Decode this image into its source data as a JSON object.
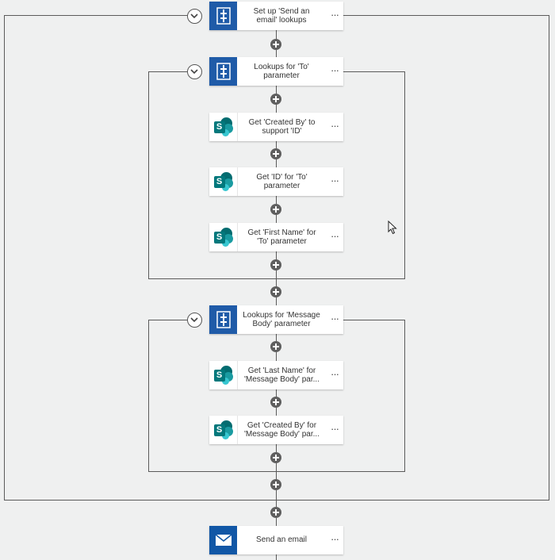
{
  "actions": {
    "setup_scope": {
      "label": "Set up 'Send an\nemail' lookups",
      "icon": "scope-icon"
    },
    "to_scope": {
      "label": "Lookups for 'To'\nparameter",
      "icon": "scope-icon"
    },
    "get_created_by": {
      "label": "Get 'Created By' to\nsupport 'ID'",
      "icon": "sharepoint-icon"
    },
    "get_id": {
      "label": "Get 'ID' for 'To'\nparameter",
      "icon": "sharepoint-icon"
    },
    "get_first_name": {
      "label": "Get 'First Name' for\n'To' parameter",
      "icon": "sharepoint-icon"
    },
    "message_body_scope": {
      "label": "Lookups for 'Message\nBody' parameter",
      "icon": "scope-icon"
    },
    "get_last_name": {
      "label": "Get 'Last Name' for\n'Message Body' par...",
      "icon": "sharepoint-icon"
    },
    "get_created_by_msg": {
      "label": "Get 'Created By' for\n'Message Body' par...",
      "icon": "sharepoint-icon"
    },
    "send_email": {
      "label": "Send an email",
      "icon": "mail-icon"
    }
  },
  "more_glyph": "···",
  "sharepoint_letter": "S",
  "colors": {
    "canvas": "#eff0f0",
    "scope_blue": "#1f5ba8",
    "mail_blue": "#1157a6",
    "sharepoint_teal": "#036c70",
    "connector": "#5b5b5b"
  }
}
